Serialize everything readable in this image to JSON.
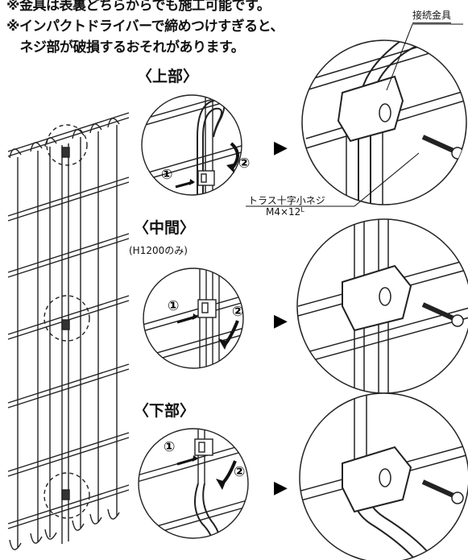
{
  "notes": [
    "※金具は表裏どちらからでも施工可能です。",
    "※インパクトドライバーで締めつけすぎると、",
    "　ネジ部が破損するおそれがあります。"
  ],
  "labels": {
    "connector": "接続金具",
    "screw_name": "トラス十字小ネジ",
    "screw_size": "M4×12",
    "screw_unit": "L"
  },
  "sections": {
    "top": "〈上部〉",
    "middle": "〈中間〉",
    "middle_note": "(H1200のみ)",
    "bottom": "〈下部〉"
  },
  "steps": {
    "one": "①",
    "two": "②"
  },
  "arrow_glyph": "▶"
}
